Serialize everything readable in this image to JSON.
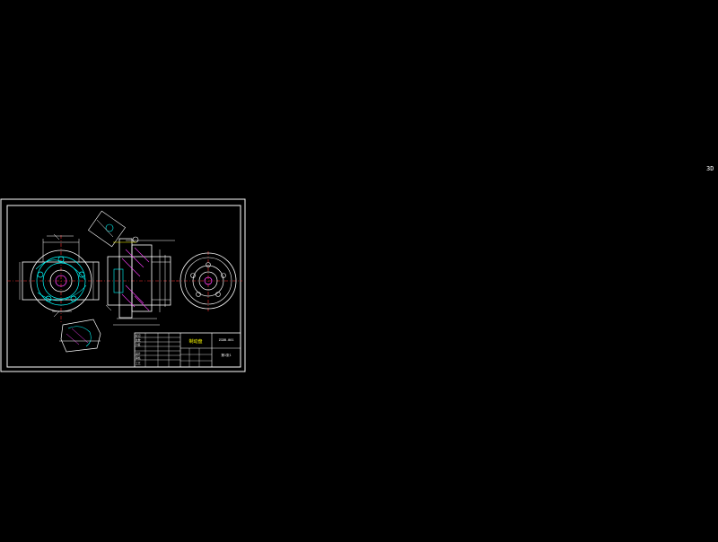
{
  "corner_label": "3D",
  "title_block": {
    "part_name": "制动盘",
    "drawing_number": "ZGDB-001",
    "sheet_note": "第1张1",
    "row_labels": [
      "标记",
      "处数",
      "分区",
      "设计",
      "审核",
      "工艺"
    ]
  },
  "colors": {
    "background": "#000000",
    "outline": "#ffffff",
    "centerline": "#ff3030",
    "hidden": "#00ffff",
    "dimension": "#ffff00",
    "hatch": "#ff40ff"
  },
  "views": [
    "front-view",
    "section-view",
    "side-view",
    "detail-view"
  ]
}
